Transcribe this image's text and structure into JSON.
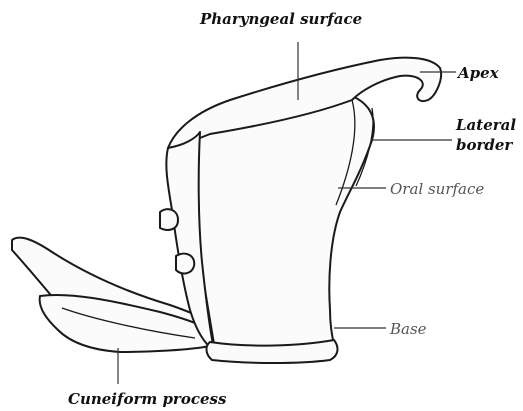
{
  "figure": {
    "labels": {
      "pharyngeal_surface": "Pharyngeal surface",
      "apex": "Apex",
      "lateral_border_line1": "Lateral",
      "lateral_border_line2": "border",
      "oral_surface": "Oral surface",
      "base": "Base",
      "cuneiform_process": "Cuneiform process"
    },
    "colors": {
      "ink": "#111111",
      "shading": "#3a3a3a",
      "paper": "#ffffff"
    }
  }
}
